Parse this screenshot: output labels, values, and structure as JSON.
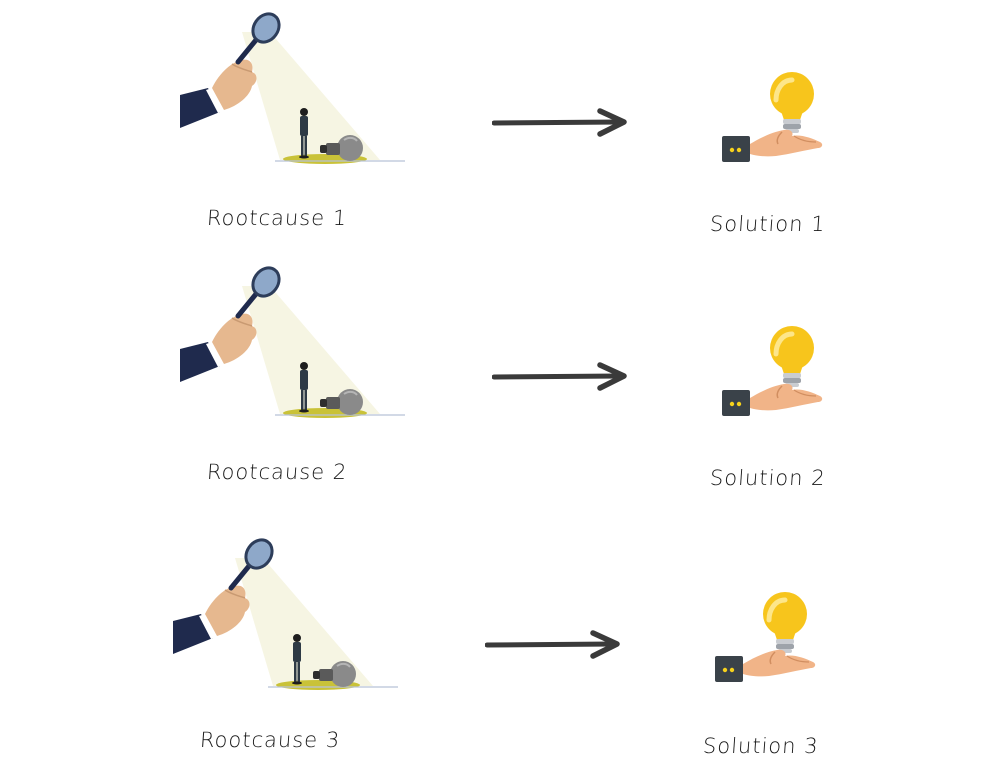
{
  "rows": [
    {
      "rootcause_label": "Rootcause 1",
      "solution_label": "Solution 1"
    },
    {
      "rootcause_label": "Rootcause 2",
      "solution_label": "Solution 2"
    },
    {
      "rootcause_label": "Rootcause 3",
      "solution_label": "Solution 3"
    }
  ],
  "colors": {
    "spotlight": "#f6f5e3",
    "sleeve": "#1f2a4d",
    "skin": "#e6b88f",
    "magnifier_lens": "#8ea8c9",
    "dim_bulb": "#8a8a8a",
    "ground_patch": "#c9c238",
    "bright_bulb": "#f7c51c",
    "box": "#3a4249",
    "box_dots": "#f7d21c",
    "arrow": "#3a3a3a"
  },
  "icons": {
    "rootcause": "magnifier-spotlight-dim-bulb-icon",
    "solution": "hand-holding-lit-bulb-icon",
    "connector": "right-arrow-icon"
  }
}
